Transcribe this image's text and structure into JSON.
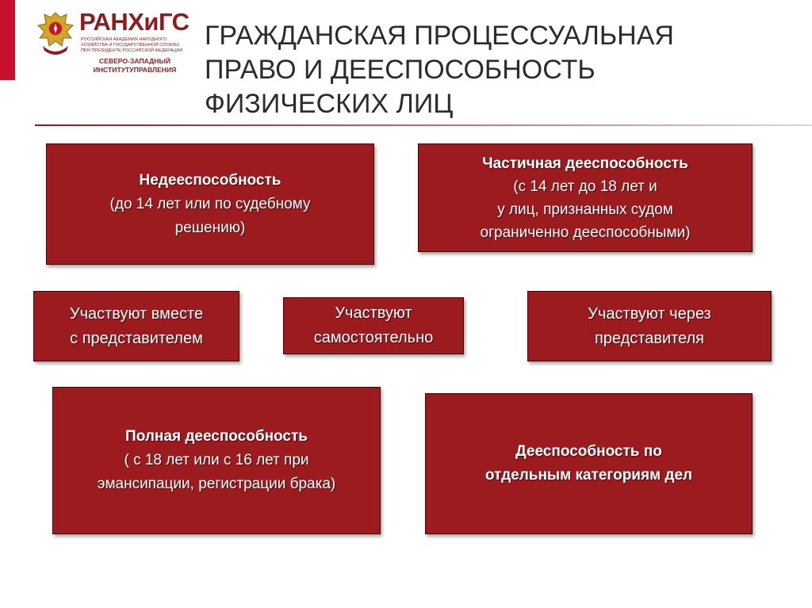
{
  "logo": {
    "name": "РАНХиГС",
    "fullname": "РОССИЙСКАЯ АКАДЕМИЯ НАРОДНОГО ХОЗЯЙСТВА И ГОСУДАРСТВЕННОЙ СЛУЖБЫ ПРИ ПРЕЗИДЕНТЕ РОССИЙСКОЙ ФЕДЕРАЦИИ",
    "institute": "СЕВЕРО-ЗАПАДНЫЙ ИНСТИТУТУПРАВЛЕНИЯ",
    "color": "#8e1c1c"
  },
  "title": {
    "line1": "ГРАЖДАНСКАЯ ПРОЦЕССУАЛЬНАЯ",
    "line2": "ПРАВО И ДЕЕСПОСОБНОСТЬ",
    "line3": "ФИЗИЧЕСКИХ ЛИЦ"
  },
  "colors": {
    "box_fill": "#9b1b1f",
    "accent_bar": "#c8102e",
    "text": "#ffffff"
  },
  "boxes": {
    "incapacity": {
      "heading": "Недееспособность",
      "body": "(до 14 лет или по судебному\nрешению)"
    },
    "partial": {
      "heading": "Частичная дееспособность",
      "body": "(с 14 лет до 18 лет и\nу лиц, признанных судом\nограниченно дееспособными)"
    },
    "with_representative": {
      "text": "Участвуют вместе\nс представителем"
    },
    "independent": {
      "text": "Участвуют\nсамостоятельно"
    },
    "through_representative": {
      "text": "Участвуют через\nпредставителя"
    },
    "full": {
      "heading": "Полная дееспособность",
      "body": "( с 18 лет или с 16 лет при\nэмансипации, регистрации брака)"
    },
    "categories": {
      "heading": "Дееспособность по\nотдельным категориям дел"
    }
  }
}
